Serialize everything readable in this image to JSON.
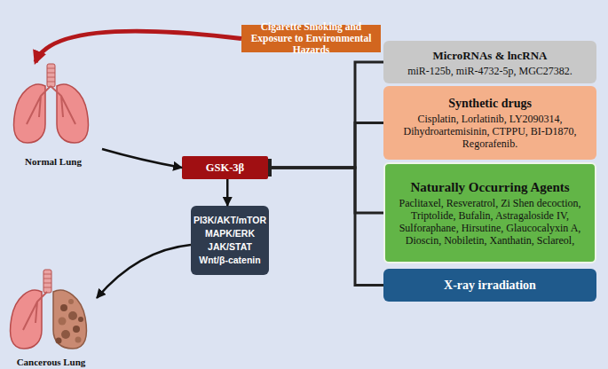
{
  "diagram": {
    "nodes": [
      {
        "text": [
          "Cigarette Smoking and Exposure to Environmental Hazards"
        ]
      },
      {
        "text": [
          "Normal Lung"
        ]
      },
      {
        "text": [
          "GSK-3β"
        ]
      },
      {
        "text": [
          "PI3K/AKT/mTOR",
          "MAPK/ERK",
          "JAK/STAT",
          "Wnt/β-catenin"
        ]
      },
      {
        "text": [
          "Cancerous Lung"
        ]
      },
      {
        "text": [
          "MicroRNAs & lncRNA",
          "miR-125b, miR-4732-5p, MGC27382."
        ]
      },
      {
        "text": [
          "Synthetic drugs",
          "Cisplatin, Lorlatinib, LY2090314, Dihydroartemisinin, CTPPU, BI-D1870, Regorafenib."
        ]
      },
      {
        "text": [
          "Naturally Occurring Agents",
          "Paclitaxel, Resveratrol, Zi Shen decoction, Triptolide, Bufalin, Astragaloside IV, Sulforaphane, Hirsutine, Glaucocalyxin A, Dioscin, Nobiletin, Xanthatin, Sclareol,"
        ]
      },
      {
        "text": [
          "X-ray irradiation"
        ]
      }
    ],
    "edges": [
      {
        "from": 0,
        "to": 1,
        "arrow": "to"
      },
      {
        "from": 1,
        "to": 2,
        "arrow": "to"
      },
      {
        "from": 2,
        "to": 3,
        "arrow": "to"
      },
      {
        "from": 3,
        "to": 4,
        "arrow": "to"
      },
      {
        "from": 5,
        "to": 2,
        "arrow": "to"
      },
      {
        "from": 6,
        "to": 2,
        "arrow": "to"
      },
      {
        "from": 7,
        "to": 2,
        "arrow": "to"
      },
      {
        "from": 8,
        "to": 2,
        "arrow": "to"
      }
    ]
  }
}
